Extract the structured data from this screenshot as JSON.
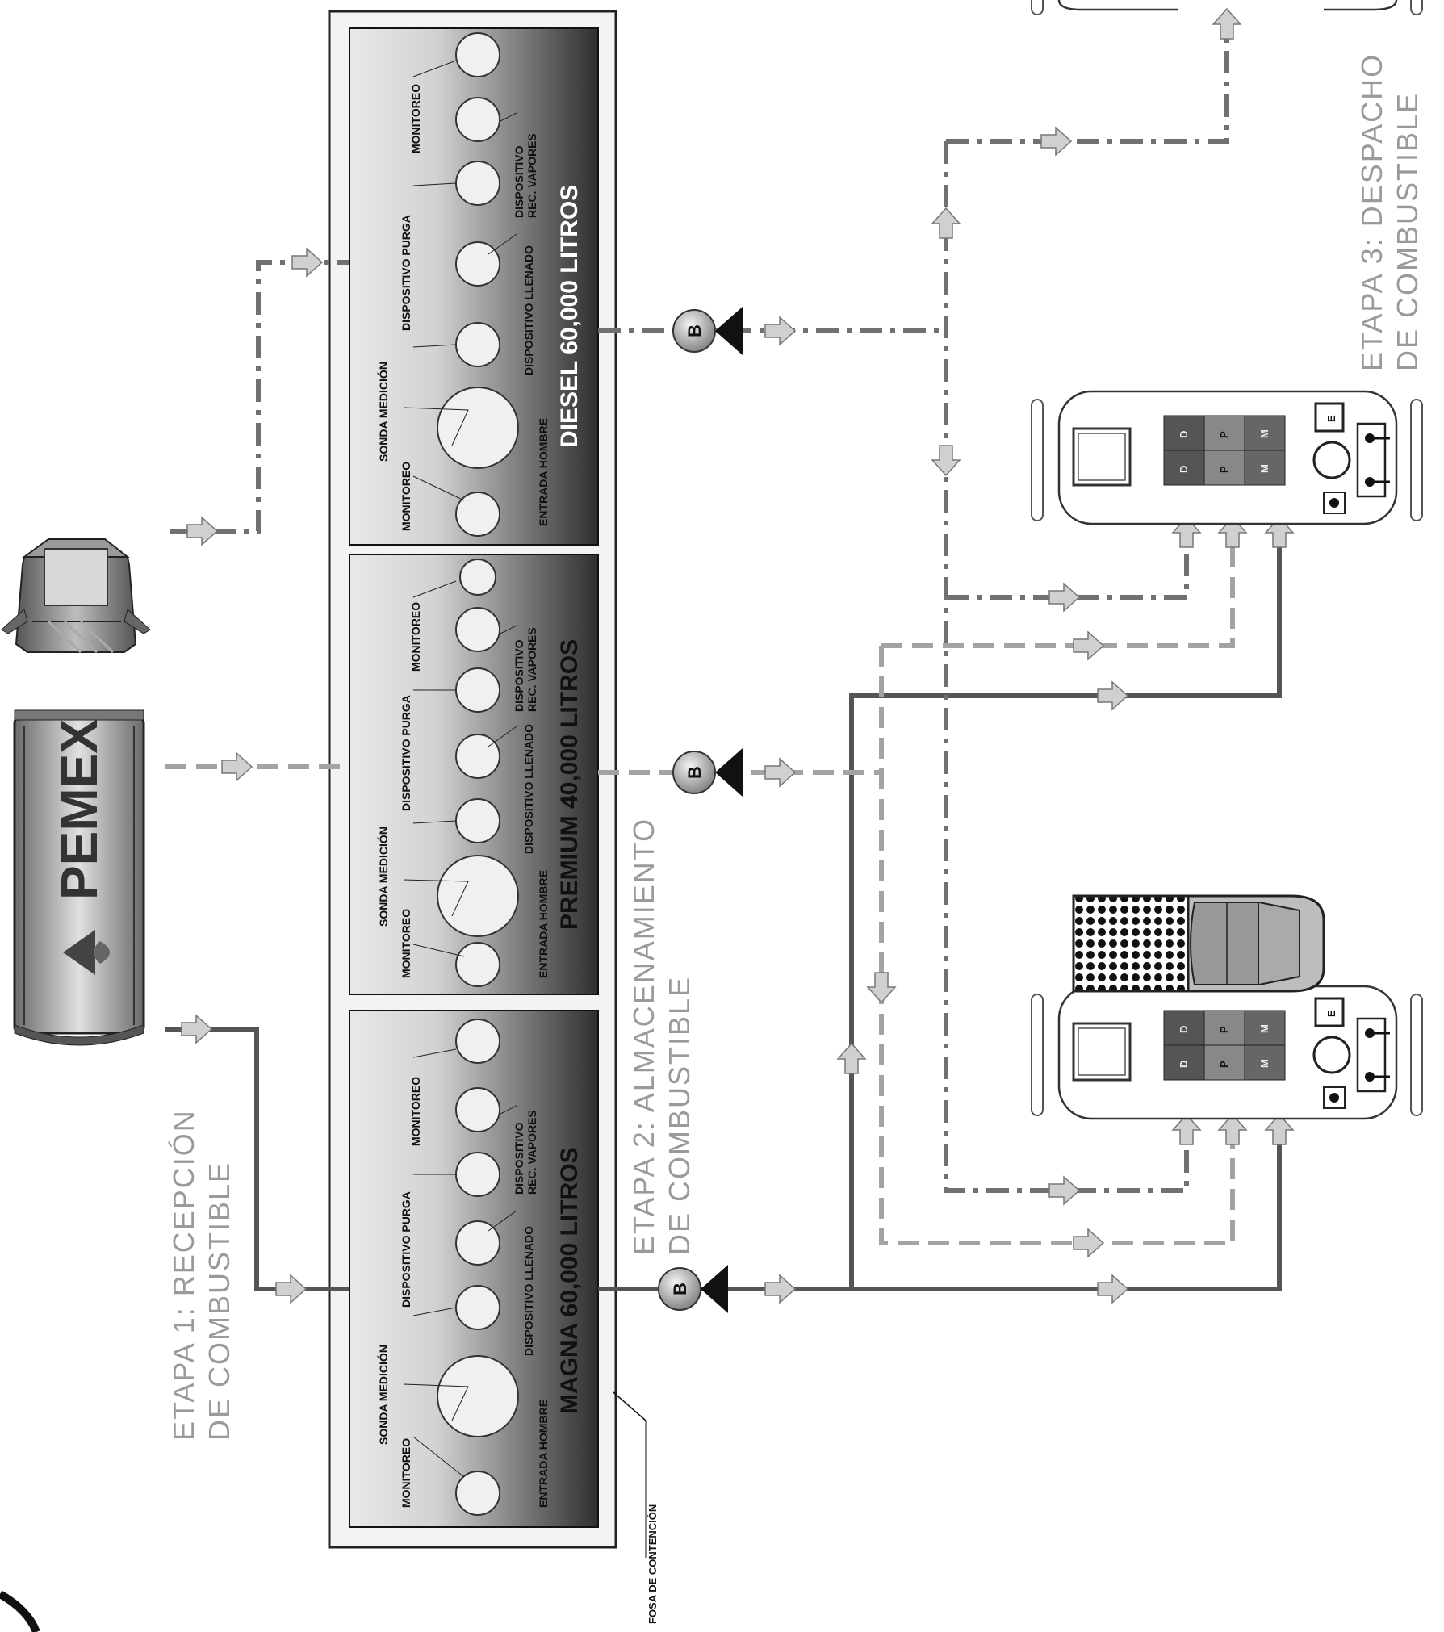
{
  "stages": {
    "reception": {
      "line1": "ETAPA 1: RECEPCIÓN",
      "line2": "DE COMBUSTIBLE"
    },
    "storage": {
      "line1": "ETAPA 2: ALMACENAMIENTO",
      "line2": "DE COMBUSTIBLE"
    },
    "dispatch": {
      "line1": "ETAPA 3: DESPACHO",
      "line2": "DE COMBUSTIBLE"
    }
  },
  "truck": {
    "brand": "PEMEX"
  },
  "containment": {
    "label": "FOSA DE CONTENCIÓN"
  },
  "tanks": [
    {
      "fuel": "magna",
      "caption": "MAGNA 60,000 LITROS",
      "line_color": "#555555"
    },
    {
      "fuel": "premium",
      "caption": "PREMIUM 40,000 LITROS",
      "line_color": "#9c9c9c"
    },
    {
      "fuel": "diesel",
      "caption": "DIESEL 60,000 LITROS",
      "line_color": "#6e6e6e"
    }
  ],
  "tank_labels": {
    "monitoreo": "MONITOREO",
    "sonda": "SONDA MEDICIÓN",
    "entrada": "ENTRADA HOMBRE",
    "purga": "DISPOSITIVO PURGA",
    "llenado": "DISPOSITIVO LLENADO",
    "rec1": "DISPOSITIVO",
    "rec2": "REC. VAPORES"
  },
  "pump": {
    "letter": "B"
  },
  "dispenser": {
    "keys": [
      "D",
      "D",
      "P",
      "P",
      "M",
      "M"
    ],
    "e_label": "E"
  },
  "colors": {
    "magna": "#555555",
    "premium": "#a3a3a3",
    "diesel": "#707070",
    "arrow": "#d0d0d0"
  }
}
